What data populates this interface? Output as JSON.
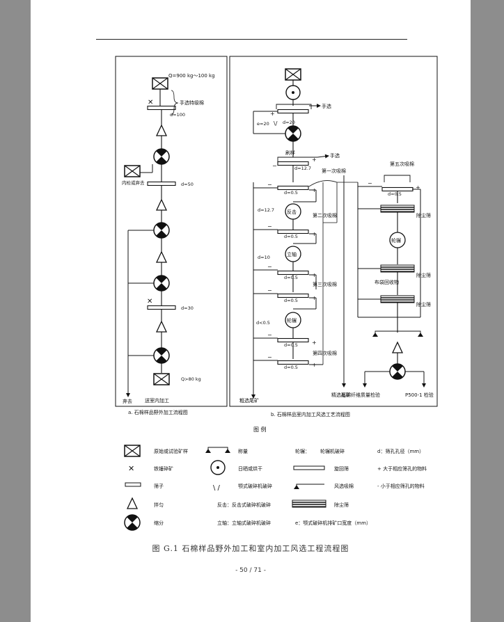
{
  "panel_a": {
    "caption": "a. 石棉样品野外加工流程图",
    "q_top": "Q=900 kg～100 kg",
    "hand_select": "手选特级棉",
    "d100": "d=100",
    "inner_test": "内检或弃去",
    "d50": "d=50",
    "d30": "d=30",
    "q_bottom": "Q>80 kg",
    "discard": "弃去",
    "to_lab": "送室内加工"
  },
  "panel_b": {
    "caption": "b. 石棉样品室内加工风选工艺流程图",
    "hand_select_1": "手选",
    "e20": "e=20",
    "d20": "d=20",
    "brush": "刷样",
    "hand_select_2": "手选",
    "d12_7": "d=12.7",
    "suction1": "第一次吸棉",
    "d0_5_1": "d=0.5",
    "suction5": "第五次吸棉",
    "d0_5_r": "d=0.5",
    "d12_7_b": "d=12.7",
    "rebound": "反击",
    "suction2": "第二次吸棉",
    "dust_screen_1": "除尘筛",
    "d0_5_2": "d=0.5",
    "roller": "轮辗",
    "d10": "d=10",
    "vertical": "立轴",
    "cloth_bag": "布袋回收物",
    "dust_screen_2": "除尘筛",
    "d0_5_3": "d=0.5",
    "suction3": "第三次吸棉",
    "dust_screen_3": "除尘筛",
    "d0_5_4": "d=0.5",
    "d_lt_0_5": "d<0.5",
    "roller_2": "轮辗",
    "d0_5_5": "d=0.5",
    "suction4": "第四次吸棉",
    "d0_5_6": "d=0.5",
    "fine_tailings": "精选尾矿",
    "coarse_tailings": "粗选尾矿",
    "fiber_check": "石棉纤维质量检验",
    "p500": "P500-1 检验"
  },
  "legend": {
    "title": "图    例",
    "items": [
      "原始或试验矿样",
      "称量",
      "轮辗：",
      "轮辗机破碎",
      "d：筛孔孔径（mm）",
      "铁锤碎矿",
      "日晒或烘干",
      "旋回筛",
      "+ 大于相应筛孔的物料",
      "筛子",
      "颚式破碎机破碎",
      "风选吸棉",
      "- 小于相应筛孔的物料",
      "拌匀",
      "反击：反击式破碎机破碎",
      "除尘筛",
      "缩分",
      "立轴：立轴式破碎机破碎",
      "e：颚式破碎机排矿口宽度（mm）"
    ]
  },
  "figure_caption": "图 G.1   石棉样品野外加工和室内加工风选工程流程图",
  "page_number": "- 50 / 71 -"
}
